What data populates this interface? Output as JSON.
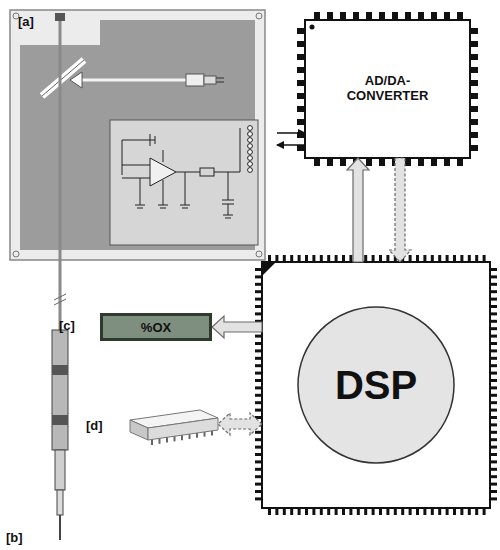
{
  "diagram": {
    "nodes": [
      {
        "text": [
          "[a]"
        ]
      },
      {
        "text": [
          "AD/DA-CONVERTER"
        ]
      },
      {
        "text": [
          "[c]",
          "%OX"
        ]
      },
      {
        "text": [
          "DSP"
        ]
      },
      {
        "text": [
          "[d]"
        ]
      }
    ],
    "edges": [
      {
        "from": 0,
        "to": 1,
        "arrow": "to"
      },
      {
        "from": 1,
        "to": 0,
        "arrow": "to"
      },
      {
        "from": 3,
        "to": 1,
        "arrow": "to"
      },
      {
        "from": 1,
        "to": 3,
        "arrow": "to"
      },
      {
        "from": 3,
        "to": 2,
        "arrow": "to"
      },
      {
        "from": 3,
        "to": 4,
        "arrow": "both"
      }
    ],
    "labels": [
      "[b]"
    ]
  }
}
